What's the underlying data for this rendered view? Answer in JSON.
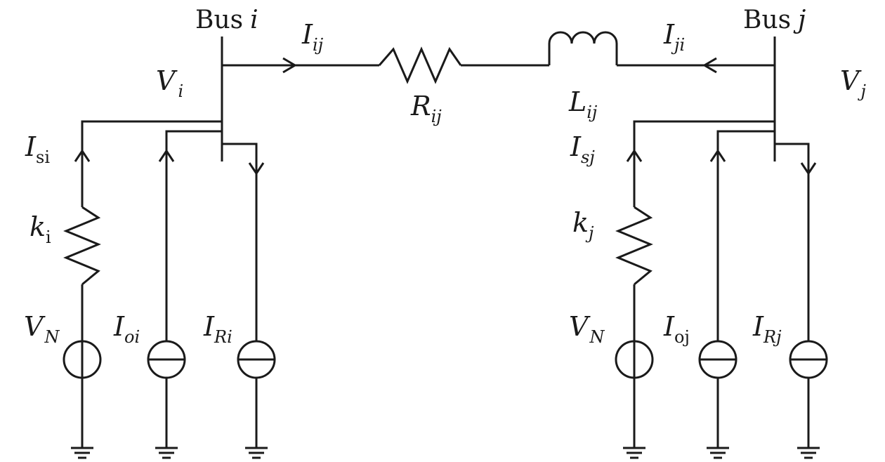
{
  "diagram": {
    "bus_i": {
      "word": "Bus",
      "index": "i"
    },
    "bus_j": {
      "word": "Bus",
      "index": "j"
    },
    "labels": {
      "I_ij": {
        "main": "I",
        "sub": "ij"
      },
      "I_ji": {
        "main": "I",
        "sub": "ji"
      },
      "R_ij": {
        "main": "R",
        "sub": "ij"
      },
      "L_ij": {
        "main": "L",
        "sub": "ij"
      },
      "V_i": {
        "main": "V",
        "sub": "i"
      },
      "V_j": {
        "main": "V",
        "sub": "j"
      },
      "I_si": {
        "main": "I",
        "sub": "si"
      },
      "I_sj": {
        "main": "I",
        "sub": "sj"
      },
      "k_i": {
        "main": "k",
        "sub": "i"
      },
      "k_j": {
        "main": "k",
        "sub": "j"
      },
      "V_N_left": {
        "main": "V",
        "sub": "N"
      },
      "V_N_right": {
        "main": "V",
        "sub": "N"
      },
      "I_oi": {
        "main": "I",
        "sub": "oi"
      },
      "I_oj": {
        "main": "I",
        "sub": "oj"
      },
      "I_Ri": {
        "main": "I",
        "sub": "Ri"
      },
      "I_Rj": {
        "main": "I",
        "sub": "Rj"
      }
    },
    "colors": {
      "line": "#1a1a1a",
      "background": "#ffffff"
    }
  }
}
